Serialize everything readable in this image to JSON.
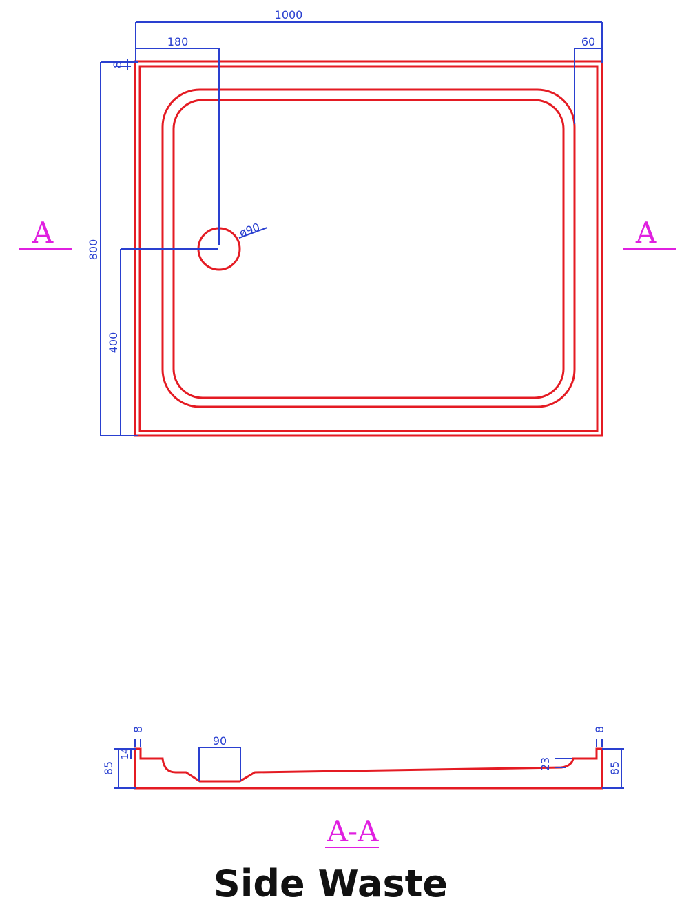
{
  "colors": {
    "outline": "#e41b23",
    "dimension": "#2a40d0",
    "section": "#e020e0",
    "caption": "#111111"
  },
  "top_view": {
    "width_label": "1000",
    "waste_offset_label": "180",
    "rim_label": "60",
    "edge_label": "8",
    "depth_label": "800",
    "waste_center_label": "400",
    "waste_diameter_label": "ø90"
  },
  "section_marks": {
    "left": "A",
    "right": "A",
    "view_label": "A-A"
  },
  "side_view": {
    "left_height_label": "85",
    "right_height_label": "85",
    "left_edge_label": "8",
    "right_edge_label": "8",
    "inner_step_label": "14",
    "waste_width_label": "90",
    "slope_label": "23"
  },
  "caption": "Side Waste"
}
